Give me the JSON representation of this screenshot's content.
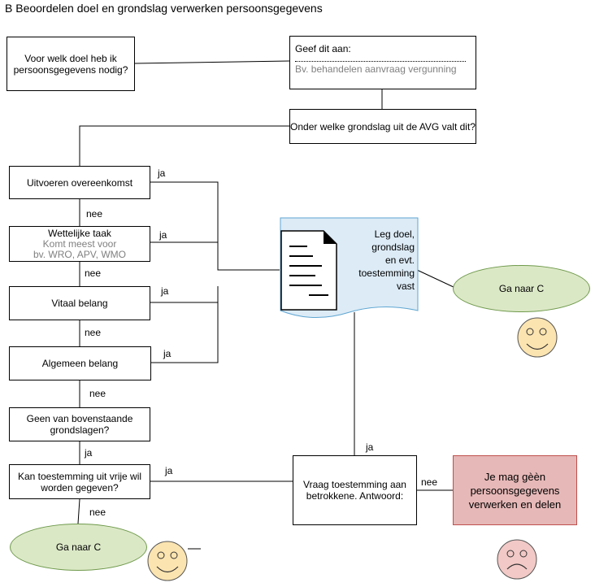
{
  "title": "B  Beoordelen doel en grondslag verwerken persoonsgegevens",
  "boxes": {
    "doel_vraag": "Voor welk doel heb ik persoonsgegevens nodig?",
    "geef_aan": "Geef dit aan:",
    "geef_aan_hint": "Bv. behandelen aanvraag vergunning",
    "grondslag_vraag": "Onder welke grondslag uit de AVG valt dit?",
    "overeenkomst": "Uitvoeren overeenkomst",
    "wettelijke_taak": "Wettelijke taak",
    "wettelijke_taak_hint1": "Komt meest voor",
    "wettelijke_taak_hint2": "bv. WRO, APV, WMO",
    "vitaal_belang": "Vitaal belang",
    "algemeen_belang": "Algemeen belang",
    "geen_grondslagen": "Geen van bovenstaande grondslagen?",
    "toestemming_vraag": "Kan toestemming uit vrije wil worden gegeven?",
    "vraag_toestemming": "Vraag toestemming aan betrokkene. Antwoord:",
    "niet_verwerken": "Je mag gèèn persoonsgegevens verwerken en delen"
  },
  "document": {
    "line1": "Leg doel,",
    "line2": "grondslag",
    "line3": "en evt.",
    "line4": "toestemming",
    "line5": "vast"
  },
  "ellipses": {
    "ga_naar_c_top": "Ga naar C",
    "ga_naar_c_bottom": "Ga naar C"
  },
  "labels": {
    "ja_1": "ja",
    "ja_2": "ja",
    "ja_3": "ja",
    "ja_4": "ja",
    "ja_5": "ja",
    "ja_6": "ja",
    "ja_7": "ja",
    "nee_1": "nee",
    "nee_2": "nee",
    "nee_3": "nee",
    "nee_4": "nee",
    "nee_5": "nee",
    "nee_6": "nee"
  },
  "colors": {
    "doc_fill": "#dcebf6",
    "doc_border": "#5fa6d2",
    "ellipse_fill": "#dbe8c6",
    "red_box_fill": "#e6b8b7",
    "red_box_border": "#c0504d",
    "happy_face": "#fce4b0",
    "sad_face": "#f2c9c6"
  },
  "icons": [
    "document-icon",
    "happy-face-icon",
    "sad-face-icon"
  ]
}
